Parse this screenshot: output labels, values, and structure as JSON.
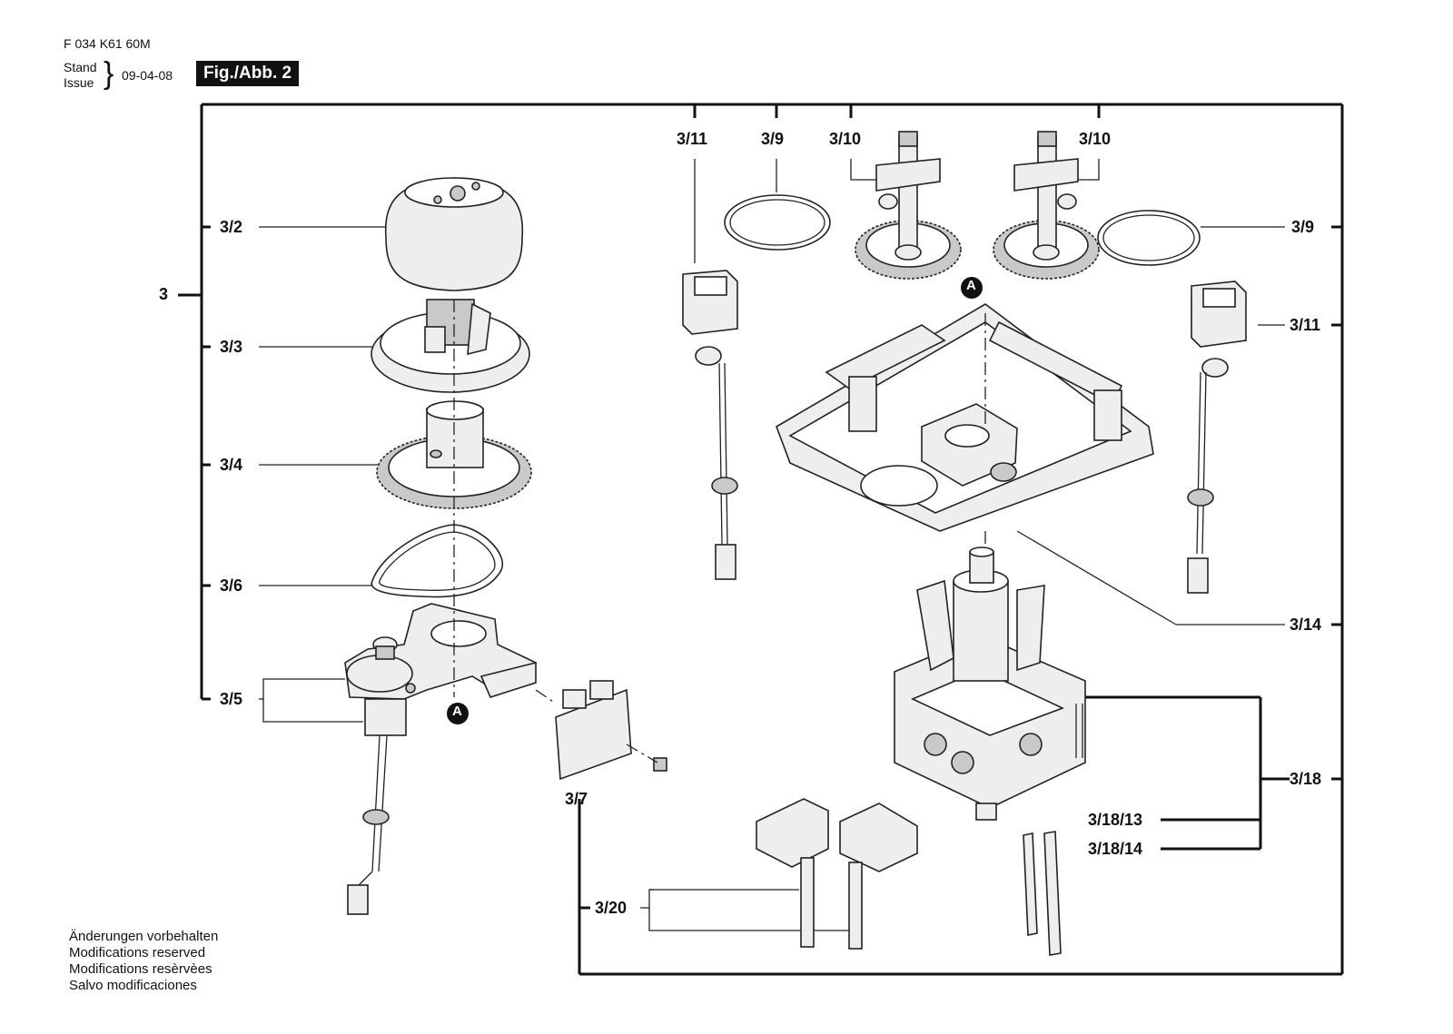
{
  "header": {
    "part_number": "F 034 K61 60M",
    "stand_label": "Stand",
    "issue_label": "Issue",
    "brace": "}",
    "date": "09-04-08",
    "figure": "Fig./Abb. 2"
  },
  "callouts": {
    "main": "3",
    "c3_2": "3/2",
    "c3_3": "3/3",
    "c3_4": "3/4",
    "c3_6": "3/6",
    "c3_5": "3/5",
    "c3_7": "3/7",
    "c3_11_top": "3/11",
    "c3_9_top": "3/9",
    "c3_10_left": "3/10",
    "c3_10_right": "3/10",
    "c3_9_right": "3/9",
    "c3_11_right": "3/11",
    "c3_14": "3/14",
    "c3_18": "3/18",
    "c3_18_13": "3/18/13",
    "c3_18_14": "3/18/14",
    "c3_20": "3/20"
  },
  "markers": {
    "a_top": "A",
    "a_bottom": "A"
  },
  "notes": [
    "Änderungen vorbehalten",
    "Modifications reserved",
    "Modifications resèrvèes",
    "Salvo modificaciones"
  ]
}
